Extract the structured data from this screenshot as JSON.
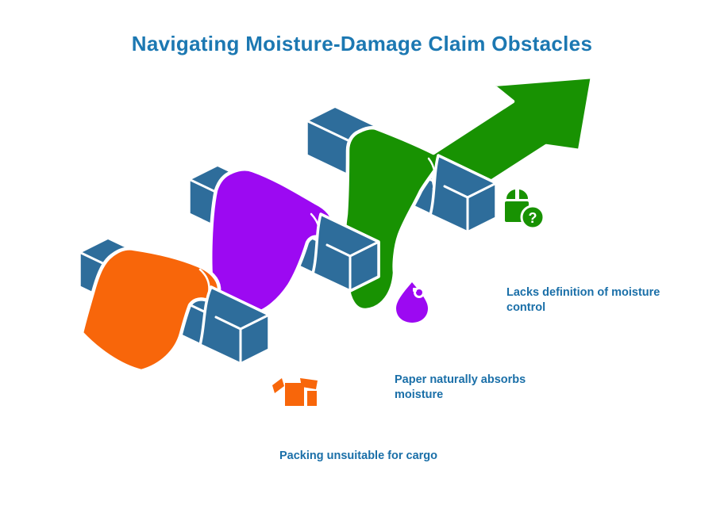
{
  "title": {
    "text": "Navigating Moisture-Damage Claim Obstacles"
  },
  "colors": {
    "title_text": "#1C78B2",
    "label_text": "#1A6FA8",
    "bar_blue": "#2E6D9B",
    "bar_blue_dark": "#28618C",
    "outline_white": "#FFFFFF",
    "orange": "#F8660A",
    "purple": "#9C09F2",
    "green": "#189202"
  },
  "diagram": {
    "type": "hurdle-arrow-infographic",
    "arrow_direction": "up-right",
    "obstacles": [
      {
        "label": "Packing unsuitable for cargo",
        "color": "#F8660A",
        "icon": "open-box-icon"
      },
      {
        "label": "Paper naturally absorbs moisture",
        "color": "#9C09F2",
        "icon": "water-drop-icon"
      },
      {
        "label": "Lacks definition of moisture control",
        "color": "#189202",
        "icon": "box-question-icon"
      }
    ],
    "question_mark": "?"
  }
}
